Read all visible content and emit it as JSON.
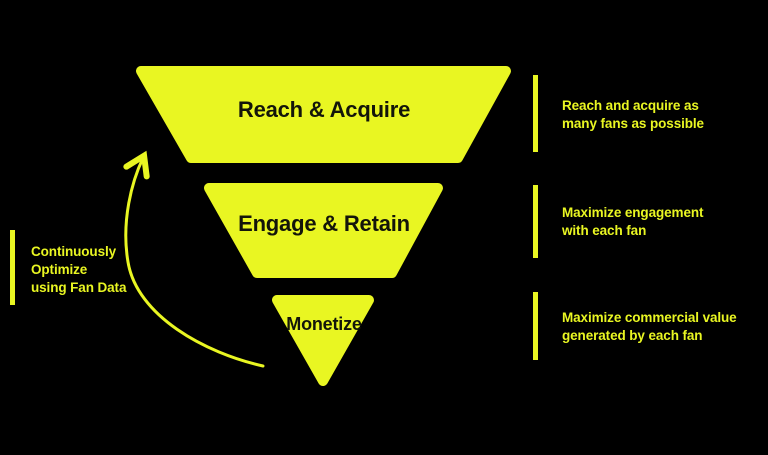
{
  "colors": {
    "background": "#000000",
    "accent": "#e9f622",
    "funnel_text": "#13150a"
  },
  "funnel": {
    "stages": [
      {
        "label": "Reach & Acquire"
      },
      {
        "label": "Engage & Retain"
      },
      {
        "label": "Monetize"
      }
    ]
  },
  "right_annotations": [
    {
      "lines": [
        "Reach and acquire as",
        "many fans as possible"
      ]
    },
    {
      "lines": [
        "Maximize engagement",
        "with each fan"
      ]
    },
    {
      "lines": [
        "Maximize commercial value",
        "generated by each fan"
      ]
    }
  ],
  "left_annotation": {
    "lines": [
      "Continuously",
      "Optimize",
      "using Fan Data"
    ]
  }
}
